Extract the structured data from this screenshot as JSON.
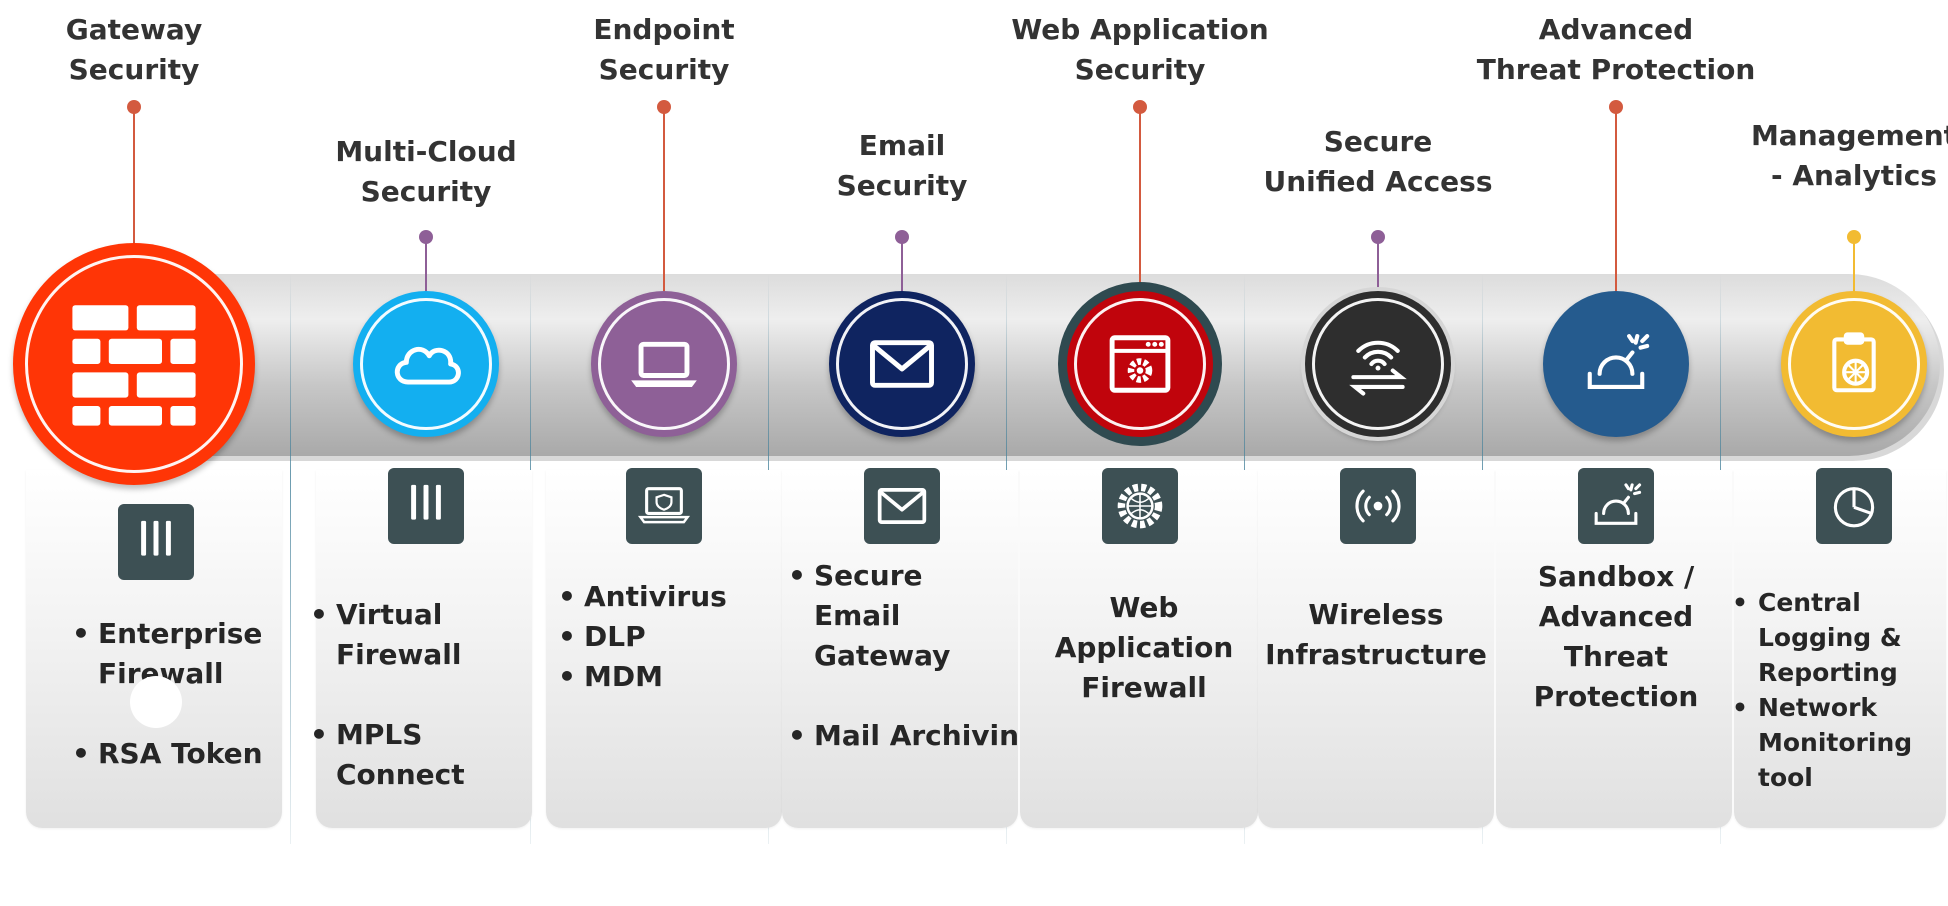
{
  "columns": [
    {
      "title_lines": [
        "Gateway",
        "Security"
      ],
      "main_icon": "firewall-brick-icon",
      "tile_icon": "firewall-bars-icon",
      "accent": "#ff3506",
      "line_color": "#d35a3f",
      "items": [
        [
          "Enterprise",
          "Firewall"
        ],
        [
          "RSA Token"
        ]
      ]
    },
    {
      "title_lines": [
        "Multi-Cloud",
        "Security"
      ],
      "main_icon": "cloud-icon",
      "tile_icon": "firewall-bars-icon",
      "accent": "#13aff0",
      "line_color": "#8e5f97",
      "items": [
        [
          "Virtual",
          "Firewall"
        ],
        [
          "MPLS",
          "Connect"
        ]
      ]
    },
    {
      "title_lines": [
        "Endpoint",
        "Security"
      ],
      "main_icon": "laptop-icon",
      "tile_icon": "laptop-shield-icon",
      "accent": "#8e6097",
      "line_color": "#d35a3f",
      "items": [
        [
          "Antivirus"
        ],
        [
          "DLP"
        ],
        [
          "MDM"
        ]
      ]
    },
    {
      "title_lines": [
        "Email",
        "Security"
      ],
      "main_icon": "envelope-icon",
      "tile_icon": "envelope-icon",
      "accent": "#0f2460",
      "line_color": "#8e5f97",
      "items": [
        [
          "Secure",
          "Email",
          "Gateway"
        ],
        [
          "Mail Archiving"
        ]
      ]
    },
    {
      "title_lines": [
        "Web Application",
        "Security"
      ],
      "main_icon": "browser-gear-icon",
      "tile_icon": "globe-gear-icon",
      "accent": "#c0040c",
      "line_color": "#d35a3f",
      "items": [],
      "text_lines": [
        "Web",
        "Application",
        "Firewall"
      ]
    },
    {
      "title_lines": [
        "Secure",
        "Unified Access"
      ],
      "main_icon": "wifi-arrows-icon",
      "tile_icon": "wireless-broadcast-icon",
      "accent": "#2e2e2e",
      "line_color": "#8e5f97",
      "items": [],
      "text_lines": [
        "Wireless",
        "Infrastructure"
      ]
    },
    {
      "title_lines": [
        "Advanced",
        "Threat Protection"
      ],
      "main_icon": "bomb-tray-icon",
      "tile_icon": "bomb-tray-icon",
      "accent": "#255b8e",
      "line_color": "#d35a3f",
      "items": [],
      "text_lines": [
        "Sandbox /",
        "Advanced",
        "Threat",
        "Protection"
      ]
    },
    {
      "title_lines": [
        "Management",
        "- Analytics"
      ],
      "main_icon": "clipboard-chart-icon",
      "tile_icon": "pie-chart-icon",
      "accent": "#f2bb32",
      "line_color": "#f2bb32",
      "items": [
        [
          "Central",
          "Logging &",
          "Reporting"
        ],
        [
          "Network",
          "Monitoring",
          "tool"
        ]
      ]
    }
  ]
}
